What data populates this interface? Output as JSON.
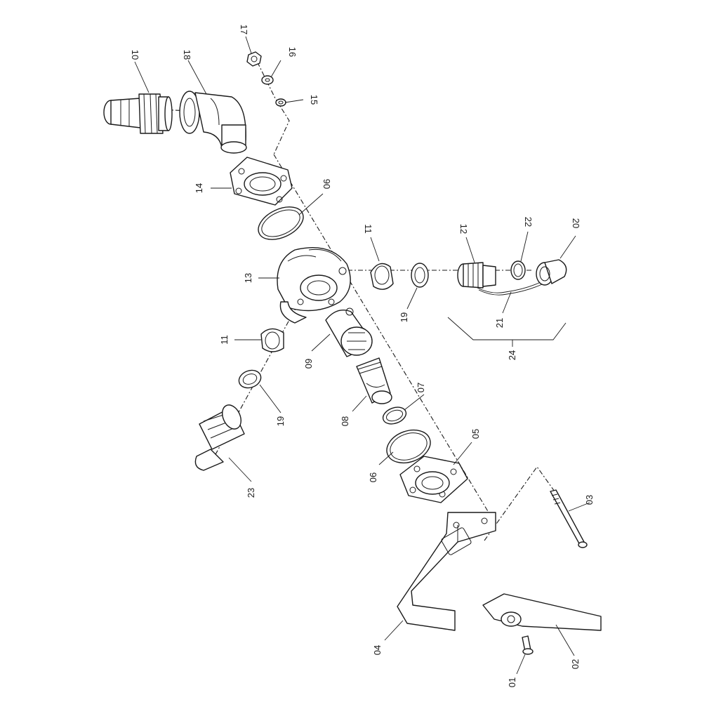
{
  "callouts": [
    {
      "id": "c10",
      "label": "10"
    },
    {
      "id": "c18",
      "label": "18"
    },
    {
      "id": "c17",
      "label": "17"
    },
    {
      "id": "c16",
      "label": "16"
    },
    {
      "id": "c15",
      "label": "15"
    },
    {
      "id": "c14",
      "label": "14"
    },
    {
      "id": "c06a",
      "label": "06"
    },
    {
      "id": "c11a",
      "label": "11"
    },
    {
      "id": "c12",
      "label": "12"
    },
    {
      "id": "c22",
      "label": "22"
    },
    {
      "id": "c20",
      "label": "20"
    },
    {
      "id": "c13",
      "label": "13"
    },
    {
      "id": "c19a",
      "label": "19"
    },
    {
      "id": "c21",
      "label": "21"
    },
    {
      "id": "c24",
      "label": "24"
    },
    {
      "id": "c11b",
      "label": "11"
    },
    {
      "id": "c09",
      "label": "09"
    },
    {
      "id": "c07",
      "label": "07"
    },
    {
      "id": "c19b",
      "label": "19"
    },
    {
      "id": "c08",
      "label": "08"
    },
    {
      "id": "c05",
      "label": "05"
    },
    {
      "id": "c06b",
      "label": "06"
    },
    {
      "id": "c23",
      "label": "23"
    },
    {
      "id": "c03",
      "label": "03"
    },
    {
      "id": "c04",
      "label": "04"
    },
    {
      "id": "c02",
      "label": "02"
    },
    {
      "id": "c01",
      "label": "01"
    }
  ]
}
